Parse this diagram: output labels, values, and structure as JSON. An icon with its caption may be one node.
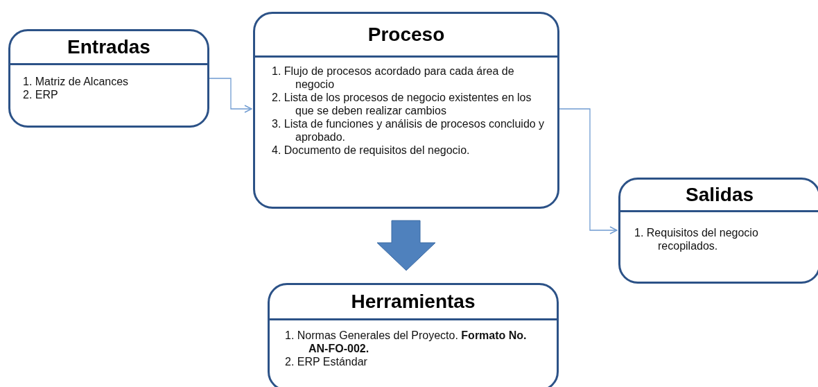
{
  "diagram": {
    "nodes": [
      {
        "text": [
          "Entradas",
          "1. Matriz de Alcances",
          "2. ERP"
        ]
      },
      {
        "text": [
          "Proceso",
          "1. Flujo de procesos acordado para cada área de negocio",
          "2. Lista de los procesos de negocio existentes en los que se deben realizar cambios",
          "3. Lista de funciones y análisis de procesos concluido y aprobado.",
          "4. Documento de requisitos del negocio."
        ]
      },
      {
        "text": [
          "Salidas",
          "1. Requisitos del negocio recopilados."
        ]
      },
      {
        "text": [
          "Herramientas",
          "1. Normas Generales del Proyecto. **Formato No. AN-FO-002.**",
          "2. ERP Estándar"
        ]
      }
    ],
    "edges": [
      {
        "from": 0,
        "to": 1,
        "arrow": "to"
      },
      {
        "from": 1,
        "to": 2,
        "arrow": "to"
      },
      {
        "from": 1,
        "to": 3,
        "arrow": "to",
        "style": "thick",
        "color": "#4f81bd"
      }
    ]
  }
}
